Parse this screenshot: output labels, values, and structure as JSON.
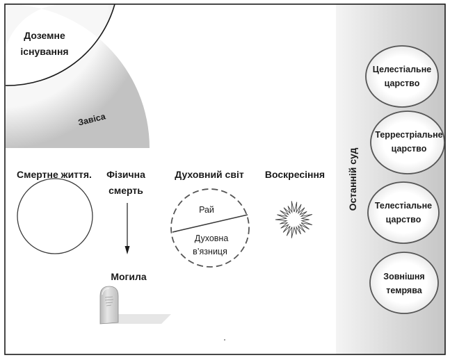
{
  "pre_earth": {
    "line1": "Доземне",
    "line2": "існування",
    "veil": "Завіса"
  },
  "stages": {
    "mortal_life": "Смертне життя.",
    "physical_death_line1": "Фізична",
    "physical_death_line2": "смерть",
    "grave": "Могила",
    "spirit_world": "Духовний світ",
    "paradise": "Рай",
    "spirit_prison_line1": "Духовна",
    "spirit_prison_line2": "в’язниця",
    "resurrection": "Воскресіння"
  },
  "last_judgment": {
    "label": "Останній суд",
    "kingdoms": [
      {
        "line1": "Целестіальне",
        "line2": "царство"
      },
      {
        "line1": "Террестріальне",
        "line2": "царство"
      },
      {
        "line1": "Телестіальне",
        "line2": "царство"
      },
      {
        "line1": "Зовнішня",
        "line2": "темрява"
      }
    ]
  },
  "colors": {
    "frame": "#1a1a1a",
    "veil_light": "#f7f7f7",
    "veil_dark": "#c2c2c2",
    "column_light": "#f4f4f4",
    "column_dark": "#c6c6c6",
    "oval_stroke": "#555555",
    "shadow": "#e6e6e6",
    "stone": "#cfcfcf"
  }
}
